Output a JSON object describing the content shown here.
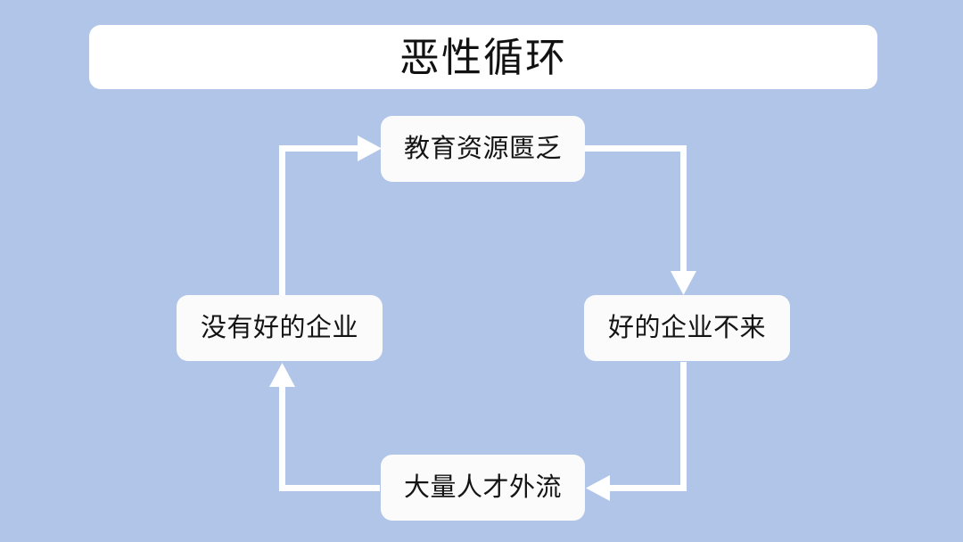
{
  "slide": {
    "background_color": "#b1c5e8",
    "card_color": "#ffffff",
    "node_color": "#fbfbfb",
    "text_color": "#141414",
    "connector_color": "#ffffff"
  },
  "title": {
    "text": "恶性循环"
  },
  "diagram": {
    "type": "cycle",
    "nodes": [
      {
        "id": "top",
        "label": "教育资源匮乏"
      },
      {
        "id": "right",
        "label": "好的企业不来"
      },
      {
        "id": "bottom",
        "label": "大量人才外流"
      },
      {
        "id": "left",
        "label": "没有好的企业"
      }
    ],
    "edges": [
      {
        "from": "top",
        "to": "right",
        "direction": "down"
      },
      {
        "from": "right",
        "to": "bottom",
        "direction": "left"
      },
      {
        "from": "bottom",
        "to": "left",
        "direction": "up"
      },
      {
        "from": "left",
        "to": "top",
        "direction": "right"
      }
    ]
  }
}
